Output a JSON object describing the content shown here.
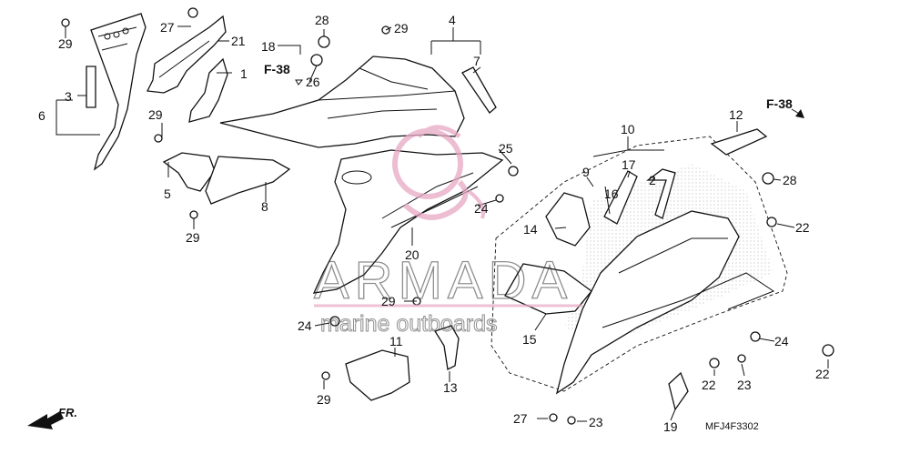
{
  "diagram_code": "MFJ4F3302",
  "front_marker": "FR.",
  "ref_marks": [
    "F-38",
    "F-38"
  ],
  "watermark": {
    "brand": "ARMADA",
    "tagline": "marine outboards"
  },
  "callouts": [
    "1",
    "2",
    "3",
    "4",
    "5",
    "6",
    "7",
    "8",
    "9",
    "10",
    "11",
    "12",
    "13",
    "14",
    "15",
    "16",
    "17",
    "18",
    "19",
    "20",
    "21",
    "22",
    "23",
    "24",
    "25",
    "26",
    "27",
    "28",
    "29"
  ],
  "colors": {
    "line": "#111111",
    "watermark_logo": "#e8a7c4",
    "background": "#ffffff"
  }
}
